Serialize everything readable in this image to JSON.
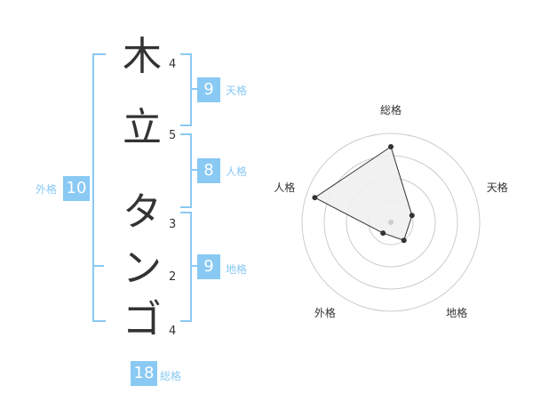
{
  "name_chars": [
    {
      "char": "木",
      "strokes": "4"
    },
    {
      "char": "立",
      "strokes": "5"
    },
    {
      "char": "タ",
      "strokes": "3"
    },
    {
      "char": "ン",
      "strokes": "2"
    },
    {
      "char": "ゴ",
      "strokes": "4"
    }
  ],
  "fortunes": {
    "tenkaku": {
      "value": "9",
      "label": "天格"
    },
    "jinkaku": {
      "value": "8",
      "label": "人格"
    },
    "chikaku": {
      "value": "9",
      "label": "地格"
    },
    "gaikaku": {
      "value": "10",
      "label": "外格"
    },
    "soukaku": {
      "value": "18",
      "label": "総格"
    }
  },
  "chart_data": {
    "type": "radar",
    "axes": [
      "総格",
      "天格",
      "地格",
      "外格",
      "人格"
    ],
    "values": [
      3.4,
      1.0,
      1.0,
      0.6,
      3.6
    ],
    "range": [
      0,
      4
    ],
    "rings": 4,
    "colors": {
      "fill": "#f0f0f0",
      "line": "#333333",
      "grid": "#cccccc",
      "point": "#333333",
      "center": "#cccccc"
    }
  }
}
